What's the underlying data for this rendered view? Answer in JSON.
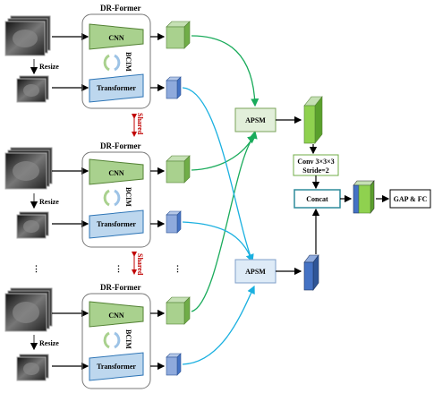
{
  "branches": [
    {
      "title": "DR-Former",
      "cnn": "CNN",
      "transformer": "Transformer",
      "bcim": "BCIM",
      "resize": "Resize"
    },
    {
      "title": "DR-Former",
      "cnn": "CNN",
      "transformer": "Transformer",
      "bcim": "BCIM",
      "resize": "Resize"
    },
    {
      "title": "DR-Former",
      "cnn": "CNN",
      "transformer": "Transformer",
      "bcim": "BCIM",
      "resize": "Resize"
    }
  ],
  "shared": [
    "Shared",
    "Shared"
  ],
  "ellipsis": "⋮",
  "apsm": [
    "APSM",
    "APSM"
  ],
  "conv": {
    "line1": "Conv 3×3×3",
    "line2": "Stride=2"
  },
  "concat": "Concat",
  "head": "GAP & FC",
  "colors": {
    "cnn_green": "#a9d18e",
    "transformer_blue": "#bdd7ee",
    "green_arrow": "#1aab5b",
    "cyan_arrow": "#1ab0e0",
    "apsm_fill": "#e2efda",
    "concat_border": "#2e8b9c"
  }
}
